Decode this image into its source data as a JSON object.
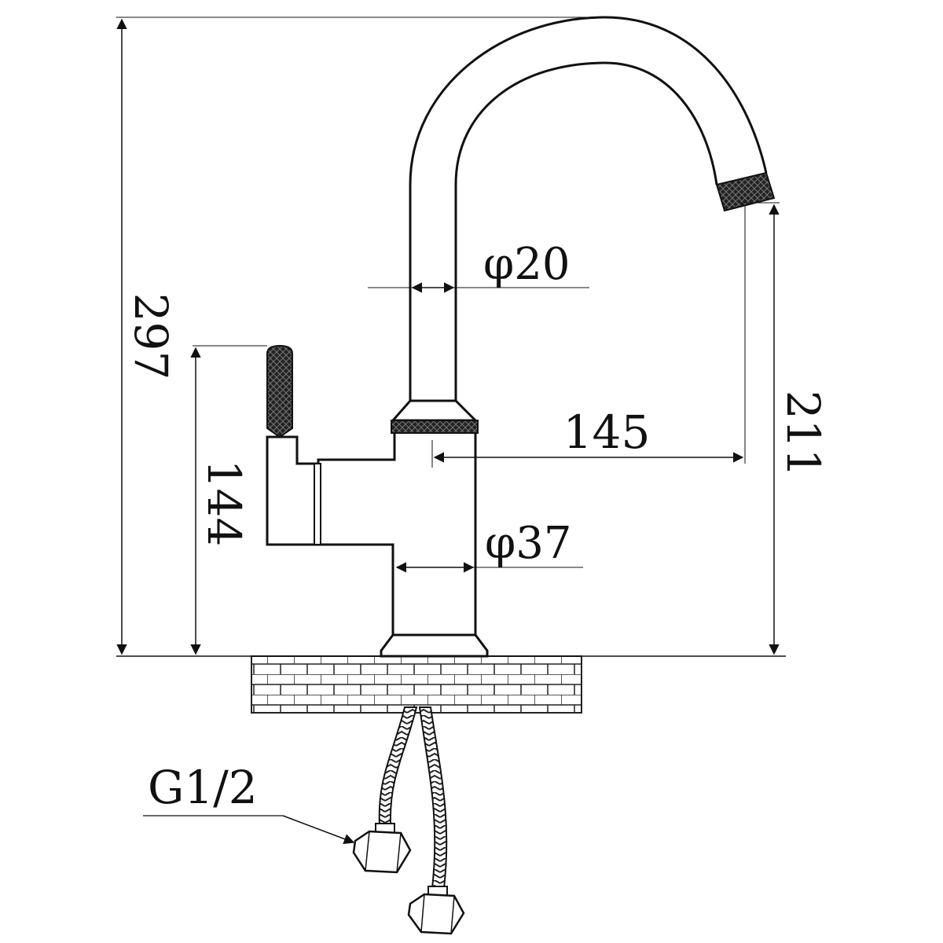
{
  "drawing": {
    "dimensions": {
      "total_height": "297",
      "handle_height": "144",
      "spout_height": "211",
      "spout_reach": "145",
      "spout_diameter": "φ20",
      "body_diameter": "φ37"
    },
    "connector_label": "G1/2"
  },
  "colors": {
    "line": "#111111",
    "background": "#ffffff"
  }
}
